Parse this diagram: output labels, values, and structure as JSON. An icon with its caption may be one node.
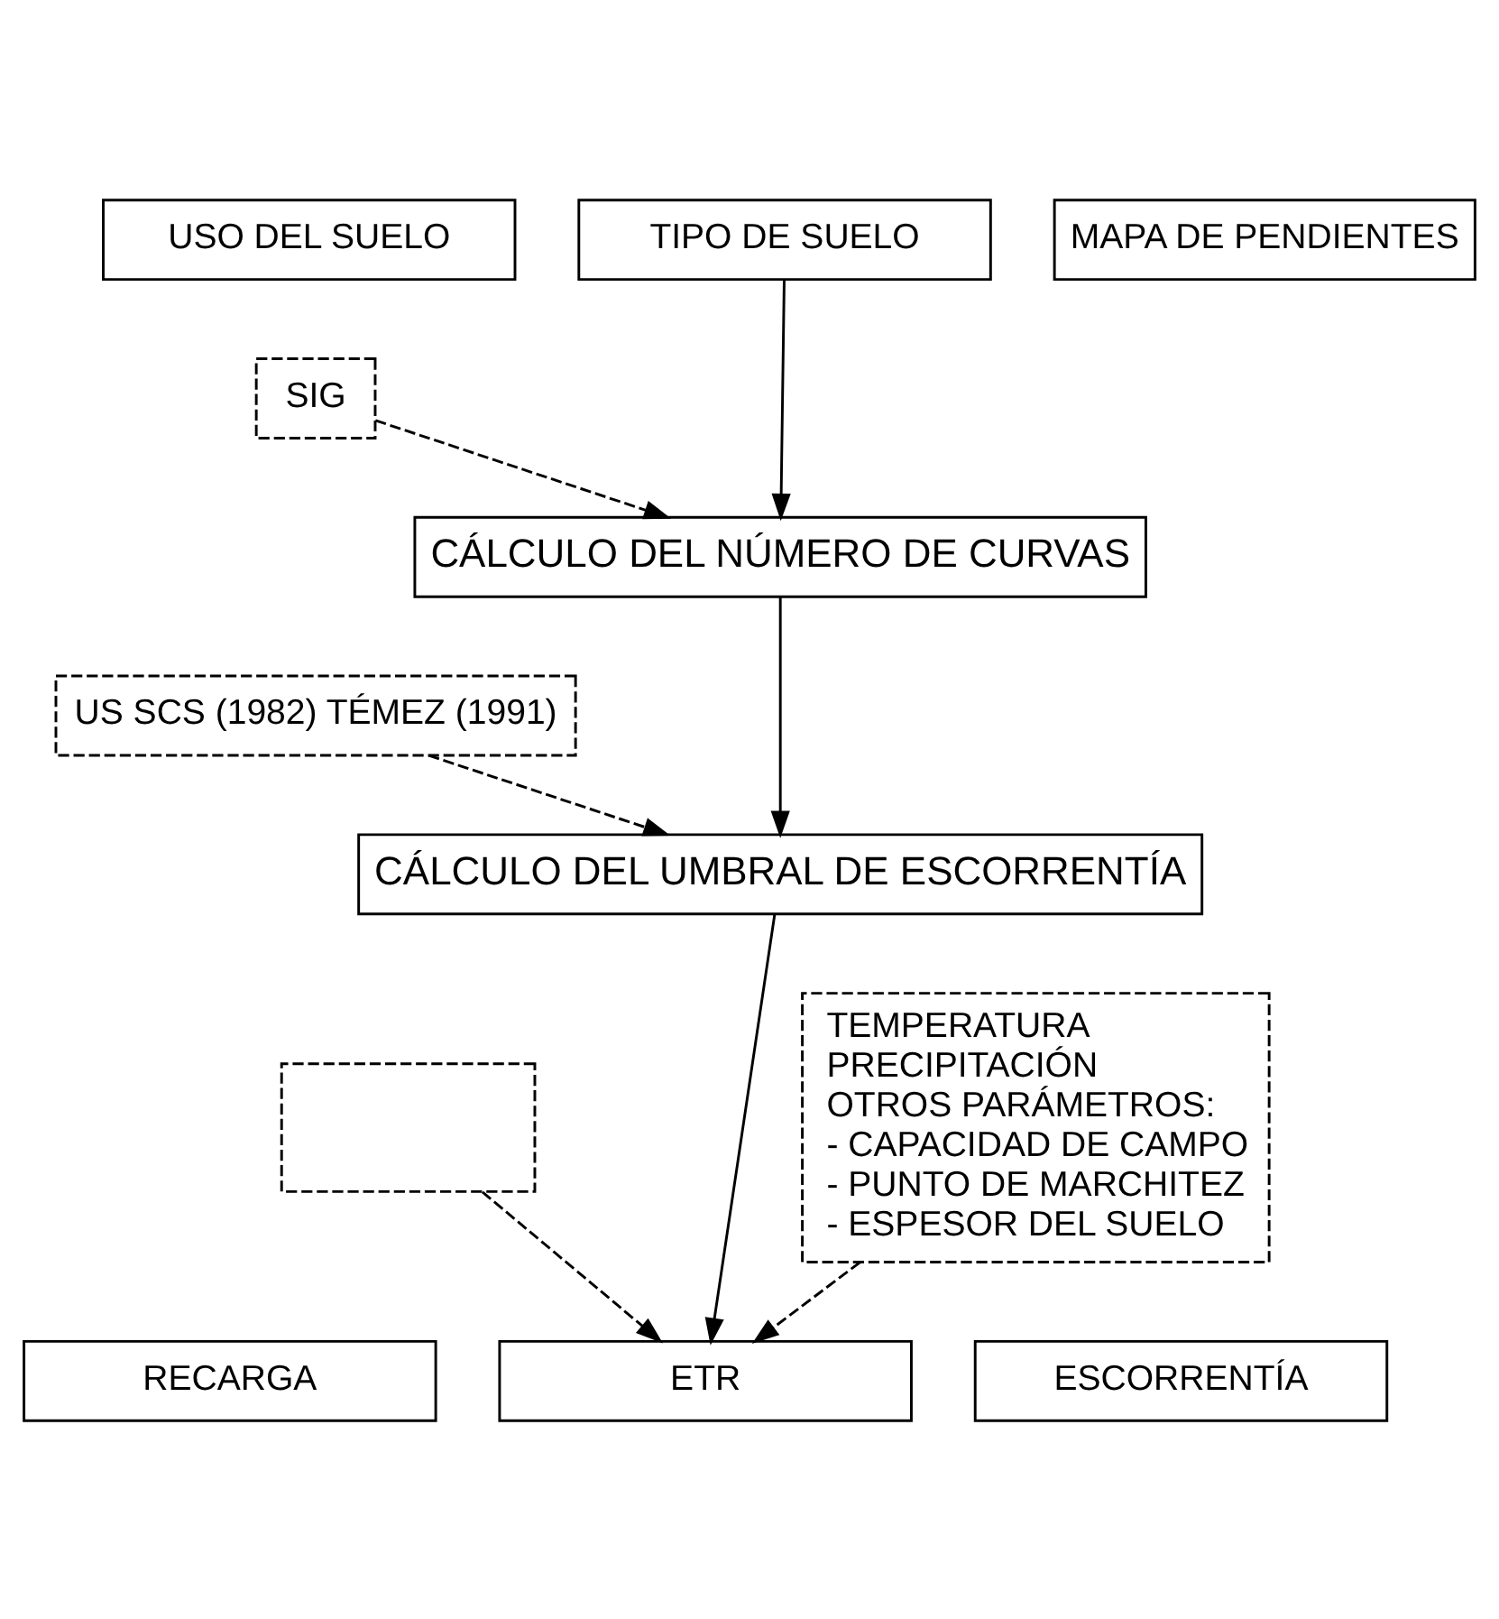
{
  "diagram": {
    "nodes": [
      {
        "text": [
          "USO DEL SUELO"
        ]
      },
      {
        "text": [
          "TIPO DE SUELO"
        ]
      },
      {
        "text": [
          "MAPA DE PENDIENTES"
        ]
      },
      {
        "text": [
          "SIG"
        ]
      },
      {
        "text": [
          "CÁLCULO DEL NÚMERO DE CURVAS"
        ]
      },
      {
        "text": [
          "US SCS (1982) TÉMEZ (1991)"
        ]
      },
      {
        "text": [
          "CÁLCULO DEL UMBRAL DE ESCORRENTÍA"
        ]
      },
      {
        "text": [],
        "shape": "box"
      },
      {
        "text": [
          "TEMPERATURA",
          "PRECIPITACIÓN",
          "OTROS PARÁMETROS:",
          "- CAPACIDAD DE CAMPO - PUNTO DE MARCHITEZ - ESPESOR DEL SUELO"
        ]
      },
      {
        "text": [
          "RECARGA"
        ]
      },
      {
        "text": [
          "ETR"
        ]
      },
      {
        "text": [
          "ESCORRENTÍA"
        ]
      }
    ],
    "edges": [
      {
        "from": 1,
        "to": 4,
        "arrow": "to"
      },
      {
        "from": 3,
        "to": 4,
        "arrow": "to",
        "style": "dashed"
      },
      {
        "from": 4,
        "to": 6,
        "arrow": "to"
      },
      {
        "from": 5,
        "to": 6,
        "arrow": "to",
        "style": "dashed"
      },
      {
        "from": 6,
        "to": 10,
        "arrow": "to"
      },
      {
        "from": 7,
        "to": 10,
        "arrow": "to",
        "style": "dashed"
      },
      {
        "from": 8,
        "to": 10,
        "arrow": "to",
        "style": "dashed"
      }
    ]
  }
}
